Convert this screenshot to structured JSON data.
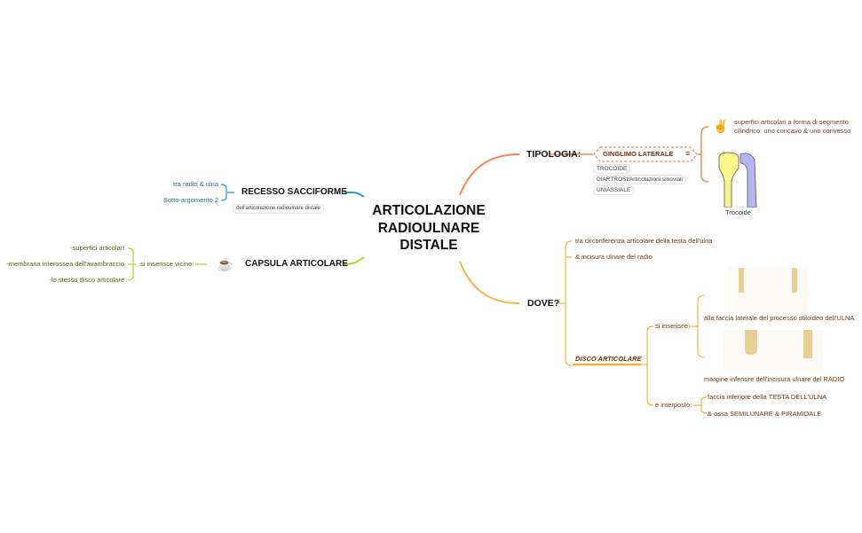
{
  "central": {
    "lines": [
      "ARTICOLAZIONE",
      "RADIOULNARE",
      "DISTALE"
    ]
  },
  "colors": {
    "tipologia": "#f08a5d",
    "dove": "#f5b342",
    "recesso": "#2b9ab8",
    "capsula": "#b8cc3a"
  },
  "tipologia": {
    "label": "TIPOLOGIA:",
    "child": {
      "label": "GINGLIMO LATERALE",
      "icon": "notes-icon",
      "tags": [
        "TROCOIDE",
        "DIARTROSI/Articolazioni sinoviali",
        "UNIASSIALE"
      ]
    },
    "details": {
      "icon": "hand-icon",
      "text_lines": [
        "superfici articolari a forma di segmento",
        "cilindrico: uno concavo & uno convesso"
      ],
      "image_caption": "Trocoide"
    }
  },
  "dove": {
    "label": "DOVE?",
    "items": [
      "tra circonferenza articolare della testa dell'ulna",
      "& incisura ulnare del radio"
    ],
    "disco": {
      "label": "DISCO ARTICOLARE",
      "inserisce": {
        "label": "si inserisce:",
        "items": [
          "alla faccia laterale del processo stiloideo dell'ULNA",
          "margine inferiore dell'incisura ulnare del RADIO"
        ]
      },
      "interposto": {
        "label": "è interposto:",
        "items": [
          "faccia inferiore della TESTA DELL'ULNA",
          "& ossa SEMILUNARE & PIRAMIDALE"
        ]
      }
    }
  },
  "recesso": {
    "label": "RECESSO SACCIFORME",
    "tag": "dell'articolazione radioulnare distale",
    "items": [
      "tra radio & ulna",
      "Sotto-argomento 2"
    ]
  },
  "capsula": {
    "label": "CAPSULA ARTICOLARE",
    "icon": "coffee-cup-icon",
    "sub": {
      "label": "si inserisce vicino:",
      "items": [
        "-superfici articolari",
        "-membrana interossea dell'avambraccio",
        "-lo stesso disco articolare"
      ]
    }
  }
}
